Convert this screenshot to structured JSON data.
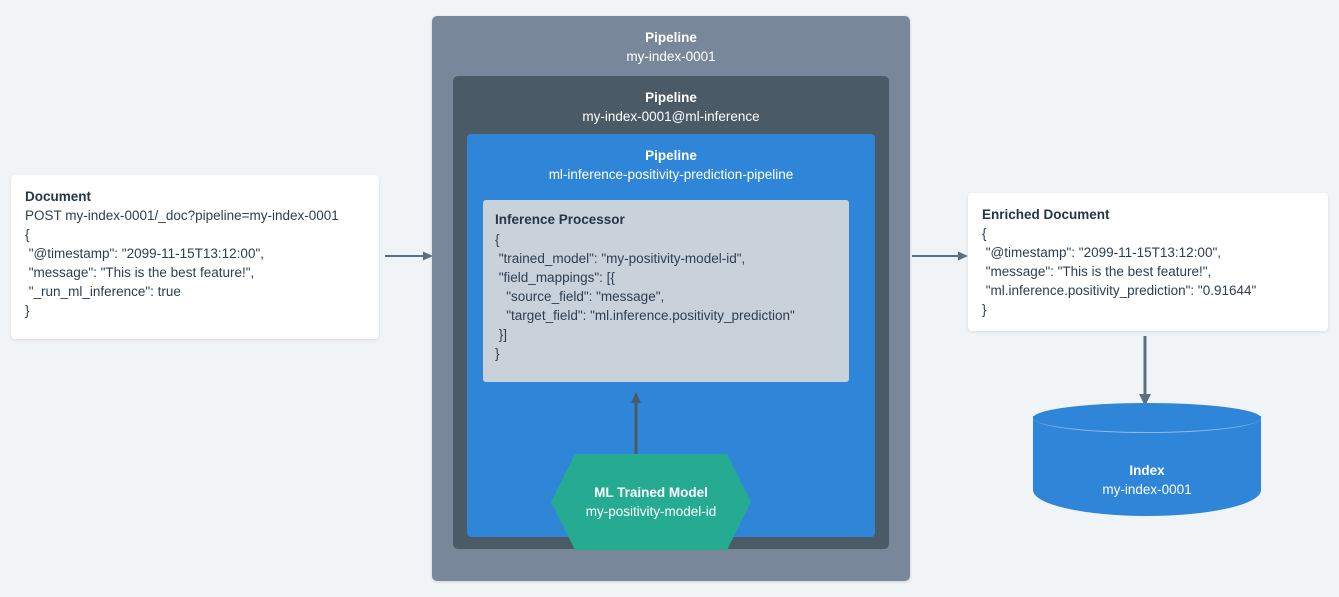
{
  "background_color": "#f1f4f7",
  "colors": {
    "outer_pipeline": "#78889a",
    "mid_pipeline": "#4a5a66",
    "inner_pipeline": "#2f86d8",
    "inference_processor": "#c9d2da",
    "ml_model": "#26ab93",
    "index": "#2f86d8",
    "arrow": "#5c6f80",
    "card": "#ffffff",
    "text": "#2c3e50"
  },
  "document_card": {
    "title": "Document",
    "lines": [
      "POST my-index-0001/_doc?pipeline=my-index-0001",
      "{",
      " \"@timestamp\": \"2099-11-15T13:12:00\",",
      " \"message\": \"This is the best feature!\",",
      " \"_run_ml_inference\": true",
      "}"
    ]
  },
  "pipeline_outer": {
    "label": "Pipeline",
    "name": "my-index-0001"
  },
  "pipeline_mid": {
    "label": "Pipeline",
    "name": "my-index-0001@ml-inference"
  },
  "pipeline_inner": {
    "label": "Pipeline",
    "name": "ml-inference-positivity-prediction-pipeline"
  },
  "inference_processor": {
    "title": "Inference Processor",
    "lines": [
      "{",
      " \"trained_model\": \"my-positivity-model-id\",",
      " \"field_mappings\": [{",
      "   \"source_field\": \"message\",",
      "   \"target_field\": \"ml.inference.positivity_prediction\"",
      " }]",
      "}"
    ]
  },
  "ml_model": {
    "title": "ML Trained Model",
    "name": "my-positivity-model-id"
  },
  "enriched_card": {
    "title": "Enriched Document",
    "lines": [
      "{",
      " \"@timestamp\": \"2099-11-15T13:12:00\",",
      " \"message\": \"This is the best feature!\",",
      " \"ml.inference.positivity_prediction\": \"0.91644\"",
      "}"
    ]
  },
  "index": {
    "title": "Index",
    "name": "my-index-0001"
  },
  "arrows": [
    {
      "name": "document-to-pipeline",
      "direction": "right"
    },
    {
      "name": "pipeline-to-enriched-document",
      "direction": "right"
    },
    {
      "name": "enriched-document-to-index",
      "direction": "down"
    },
    {
      "name": "ml-model-to-inference-processor",
      "direction": "up"
    }
  ]
}
